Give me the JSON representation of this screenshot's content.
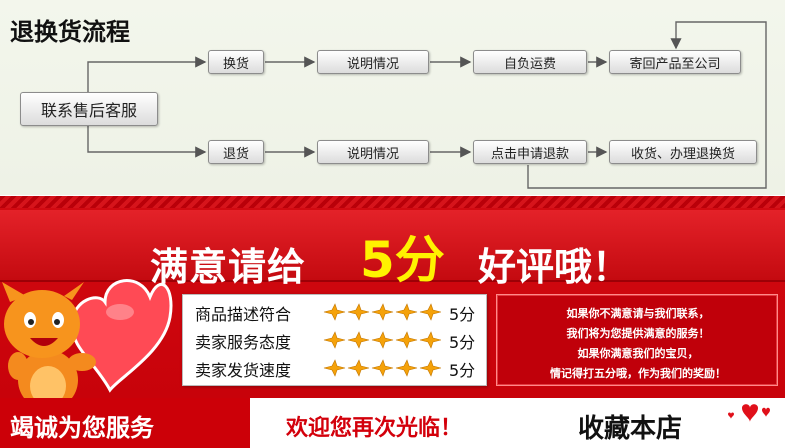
{
  "flow": {
    "title": "退换货流程",
    "start": "联系售后客服",
    "top_row": [
      "换货",
      "说明情况",
      "自负运费",
      "寄回产品至公司"
    ],
    "bottom_row": [
      "退货",
      "说明情况",
      "点击申请退款",
      "收货、办理退换货"
    ]
  },
  "banner": {
    "slogan_left": "满意请给",
    "slogan_number": "5分",
    "slogan_right": "好评哦！"
  },
  "ratings": [
    {
      "label": "商品描述符合",
      "stars": 5,
      "score": "5分"
    },
    {
      "label": "卖家服务态度",
      "stars": 5,
      "score": "5分"
    },
    {
      "label": "卖家发货速度",
      "stars": 5,
      "score": "5分"
    }
  ],
  "note": {
    "lines": [
      "如果你不满意请与我们联系，",
      "我们将为您提供满意的服务！",
      "如果你满意我们的宝贝，",
      "情记得打五分哦，作为我们的奖励！"
    ]
  },
  "bottom": {
    "left": "竭诚为您服务",
    "middle": "欢迎您再次光临！",
    "right": "收藏本店"
  },
  "colors": {
    "brand_red": "#c50008",
    "highlight_yellow": "#fff200",
    "star": "#f5a20a"
  }
}
